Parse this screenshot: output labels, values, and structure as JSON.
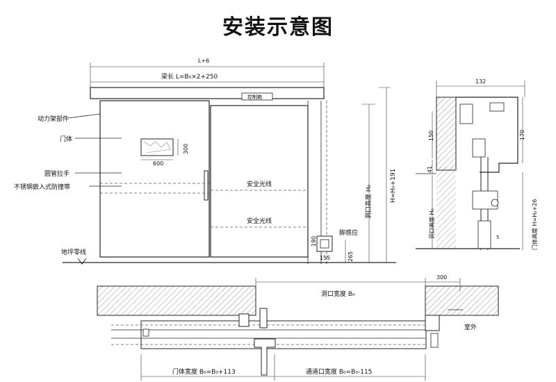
{
  "title": "安装示意图",
  "front_view": {
    "dim_total": "L+6",
    "dim_beam": "梁长 L=B₀×2+250",
    "label_power": "动力架部件",
    "label_door": "门体",
    "label_handle": "圆管拉手",
    "label_strip": "不锈钢嵌入式防撞带",
    "label_floor": "地坪零线",
    "window_w": "600",
    "window_h": "300",
    "control_box": "控制箱",
    "light_1": "安全光线",
    "light_2": "安全光线",
    "sensor": "脚感应",
    "dim_opening_h": "洞口高度 H₀",
    "dim_door_h": "H=H₀+191",
    "sensor_w": "155",
    "sensor_h": "190",
    "sensor_elev": "265"
  },
  "side_view": {
    "dim_top": "132",
    "dim_150": "150",
    "dim_170": "170",
    "dim_41": "41",
    "dim_opening_h": "洞口高度 H₀",
    "dim_door_h": "门体高度 H=H₀+26",
    "dim_5": "5"
  },
  "plan_view": {
    "dim_opening_w": "洞口宽度 B₀",
    "dim_300": "300",
    "label_outside": "室外",
    "dim_door_w": "门体宽度 B₀=B₀+113",
    "dim_passage_w": "通道口宽度 B₀=B₀-115"
  }
}
